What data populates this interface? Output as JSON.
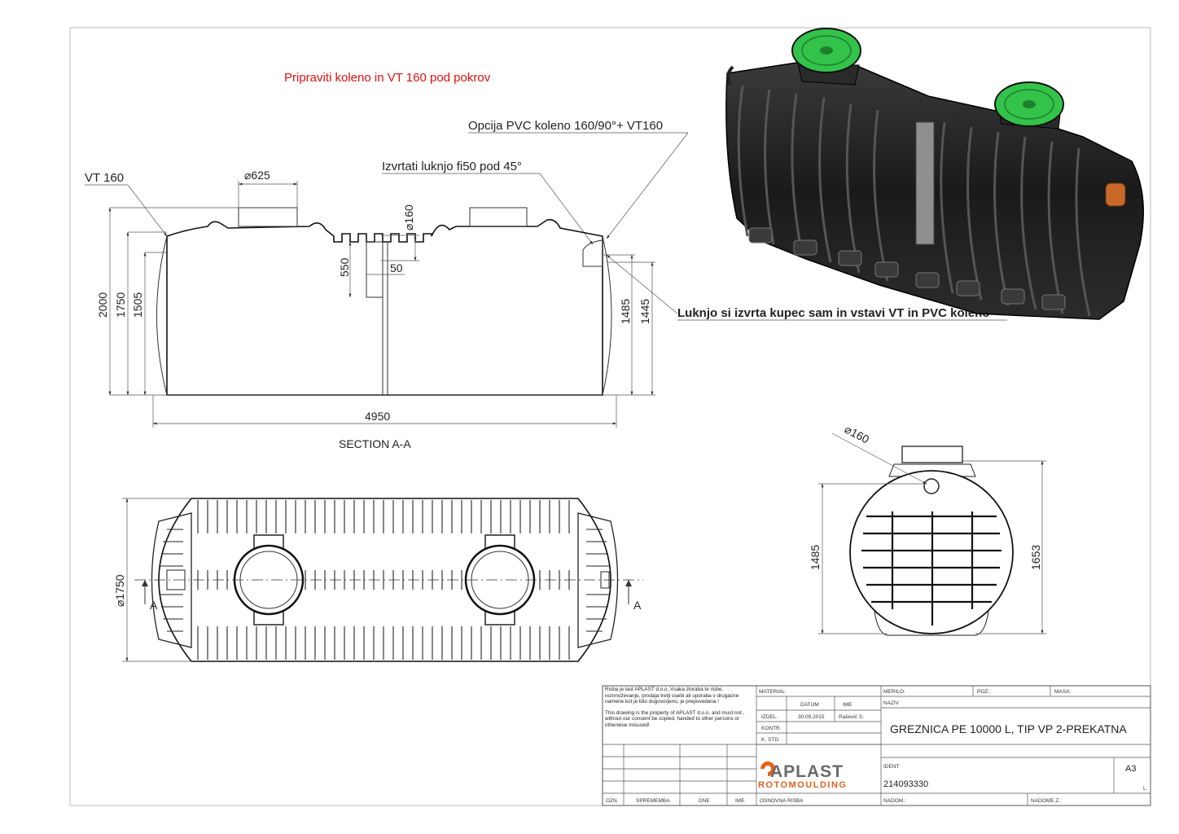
{
  "notes": {
    "red_note": "Pripraviti koleno in VT 160 pod pokrov",
    "pvc_option": "Opcija PVC koleno 160/90°+ VT160",
    "drill_hole": "Izvrtati luknjo fi50 pod 45°",
    "customer_hole": "Luknjo si izvrta kupec sam in vstavi VT in PVC koleno",
    "vt160": "VT 160"
  },
  "section": {
    "label": "SECTION A-A",
    "dims": {
      "d625": "⌀625",
      "d160": "⌀160",
      "h550": "550",
      "w50": "50",
      "h2000": "2000",
      "h1750": "1750",
      "h1505": "1505",
      "h1485": "1485",
      "h1445": "1445",
      "len4950": "4950"
    }
  },
  "plan": {
    "d1750": "⌀1750",
    "mark_left": "A",
    "mark_right": "A"
  },
  "end_view": {
    "d160": "⌀160",
    "h1485": "1485",
    "h1653": "1653"
  },
  "title_block": {
    "disclaimer_sl": "Risba je last APLAST d.o.o..Vsaka zloraba te risbe, reznnoževanje, prodaja tretji osebi ali uporaba v drugacne namene kot je bilo dogovorjeno, je prepovedana !",
    "disclaimer_en": "This drawing is the property of APLAST d.o.o. and must not , without our consent be copied, handed to other persons or otherwise misused!",
    "material_label": "MATERIAL:",
    "datum_label": "DATUM",
    "ime_label": "IME",
    "izdel_label": "IZDEL.",
    "izdel_date": "30.09.2015",
    "izdel_name": "Rašević S.",
    "kontr_label": "KONTR.",
    "kstd_label": "K. STD.",
    "merilo_label": "MERILO:",
    "poz_label": "POZ.:",
    "masa_label": "MASA:",
    "naziv_label": "NAZIV",
    "title": "GREZNICA  PE 10000 L, TIP VP  2-PREKATNA",
    "ident_label": "IDENT",
    "ident": "214093330",
    "format": "A3",
    "list_label": "L.",
    "logo_main": "APLAST",
    "logo_sub": "ROTOMOULDING",
    "ozn_label": "OZN.",
    "sprememba_label": "SPREMEMBA",
    "dne_label": "DNE",
    "ime2_label": "IME",
    "osnovna_label": "OSNOVNA RISBA",
    "nadom_label": "NADOM.:",
    "nadomez_label": "NADOME.Z.:"
  },
  "colors": {
    "note_red": "#e01010",
    "tank_black": "#1c1c1c",
    "lid_green": "#33c24a",
    "fitting_orange": "#c8692a",
    "logo_orange": "#e0621c",
    "logo_gray": "#6a6a6a"
  }
}
